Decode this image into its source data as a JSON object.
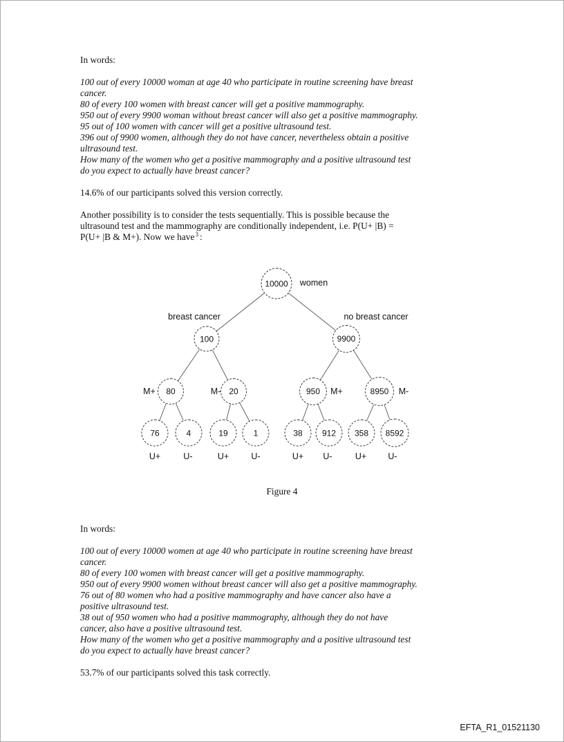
{
  "sec1": {
    "heading": "In words:",
    "lines": [
      "100 out of every 10000 woman at age 40 who participate in routine screening have breast",
      "cancer.",
      "80 of every 100 women with breast cancer will get a positive mammography.",
      "950 out of every 9900 woman without breast cancer will also get a positive mammography.",
      "95 out of 100 women with cancer will get a positive ultrasound test.",
      "396 out of 9900 women, although they do not have cancer, nevertheless obtain a positive",
      "ultrasound test.",
      "How many of the women who get a positive mammography and a positive ultrasound test",
      "do you expect to actually have breast cancer?"
    ],
    "result": "14.6% of our participants solved this version correctly."
  },
  "para": {
    "line1": "Another possibility is to consider the tests sequentially. This is possible because the",
    "line2": "ultrasound test and the mammography are conditionally independent, i.e. P(U+ |B) =",
    "line3_pre": "P(U+ |B & M+). Now we have",
    "footnote": "3",
    "line3_post": ":"
  },
  "figure": {
    "caption": "Figure 4",
    "root_value": "10000",
    "root_label": "women",
    "branch_left": "breast cancer",
    "branch_right": "no breast cancer",
    "l2_left": "100",
    "l2_right": "9900",
    "l3": [
      {
        "label": "M+",
        "value": "80"
      },
      {
        "label": "M-",
        "value": "20"
      },
      {
        "value": "950",
        "label": "M+"
      },
      {
        "value": "8950",
        "label": "M-"
      }
    ],
    "l4": [
      "76",
      "4",
      "19",
      "1",
      "38",
      "912",
      "358",
      "8592"
    ],
    "u_labels": [
      "U+",
      "U-",
      "U+",
      "U-",
      "U+",
      "U-",
      "U+",
      "U-"
    ]
  },
  "sec2": {
    "heading": "In words:",
    "lines": [
      "100 out of every 10000 women at age 40 who participate in routine screening have breast",
      "cancer.",
      "80 of every 100 women with breast cancer will get a positive mammography.",
      "950 out of every 9900 women without breast cancer will also get a positive mammography.",
      "76 out of 80 women who had a positive mammography and have cancer also have a",
      "positive ultrasound test.",
      "38 out of 950 women who had a positive mammography, although they do not have",
      "cancer, also have a positive ultrasound test.",
      "How many of the women who get a positive mammography and a positive ultrasound test",
      "do you expect to actually have breast cancer?"
    ],
    "result": "53.7% of our participants solved this task correctly."
  },
  "doc": {
    "footer": "EFTA_R1_01521130"
  }
}
